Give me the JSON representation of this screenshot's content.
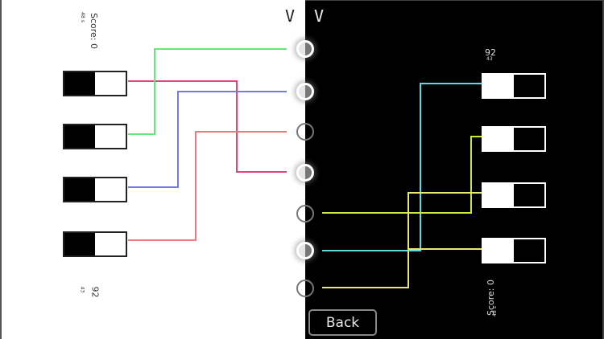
{
  "left_player": {
    "score_label": "Score: 0",
    "timer": "48 s",
    "value_main": "92",
    "value_sub": "43",
    "switches": [
      {
        "id": 1,
        "state": "left-dark"
      },
      {
        "id": 2,
        "state": "left-dark"
      },
      {
        "id": 3,
        "state": "left-dark"
      },
      {
        "id": 4,
        "state": "left-dark"
      }
    ],
    "wires": [
      {
        "from_switch": 1,
        "to_port": 4,
        "color": "#e8407a"
      },
      {
        "from_switch": 2,
        "to_port": 1,
        "color": "#5ee882"
      },
      {
        "from_switch": 3,
        "to_port": 2,
        "color": "#7878e6"
      },
      {
        "from_switch": 4,
        "to_port": 3,
        "color": "#f07878"
      }
    ]
  },
  "right_player": {
    "score_label": "Score: 0",
    "timer": "48 s",
    "value_main": "92",
    "value_sub": "43",
    "switches": [
      {
        "id": 1,
        "state": "left-light"
      },
      {
        "id": 2,
        "state": "left-light"
      },
      {
        "id": 3,
        "state": "left-light"
      },
      {
        "id": 4,
        "state": "left-light"
      }
    ],
    "wires": [
      {
        "from_switch": 1,
        "to_port": 6,
        "color": "#5fd8e0"
      },
      {
        "from_switch": 2,
        "to_port": 5,
        "color": "#c8e83a"
      },
      {
        "from_switch": 3,
        "to_port": 7,
        "color": "#e8e870"
      },
      {
        "from_switch": 4,
        "to_port": 7,
        "color": "#e8e870"
      }
    ]
  },
  "ports": [
    {
      "id": 1,
      "lit": true
    },
    {
      "id": 2,
      "lit": true
    },
    {
      "id": 3,
      "lit": false
    },
    {
      "id": 4,
      "lit": true
    },
    {
      "id": 5,
      "lit": false
    },
    {
      "id": 6,
      "lit": true
    },
    {
      "id": 7,
      "lit": false
    }
  ],
  "indicators": {
    "left": "V",
    "right": "V"
  },
  "back_label": "Back",
  "colors": {
    "left_bg": "#ffffff",
    "right_bg": "#000000"
  }
}
